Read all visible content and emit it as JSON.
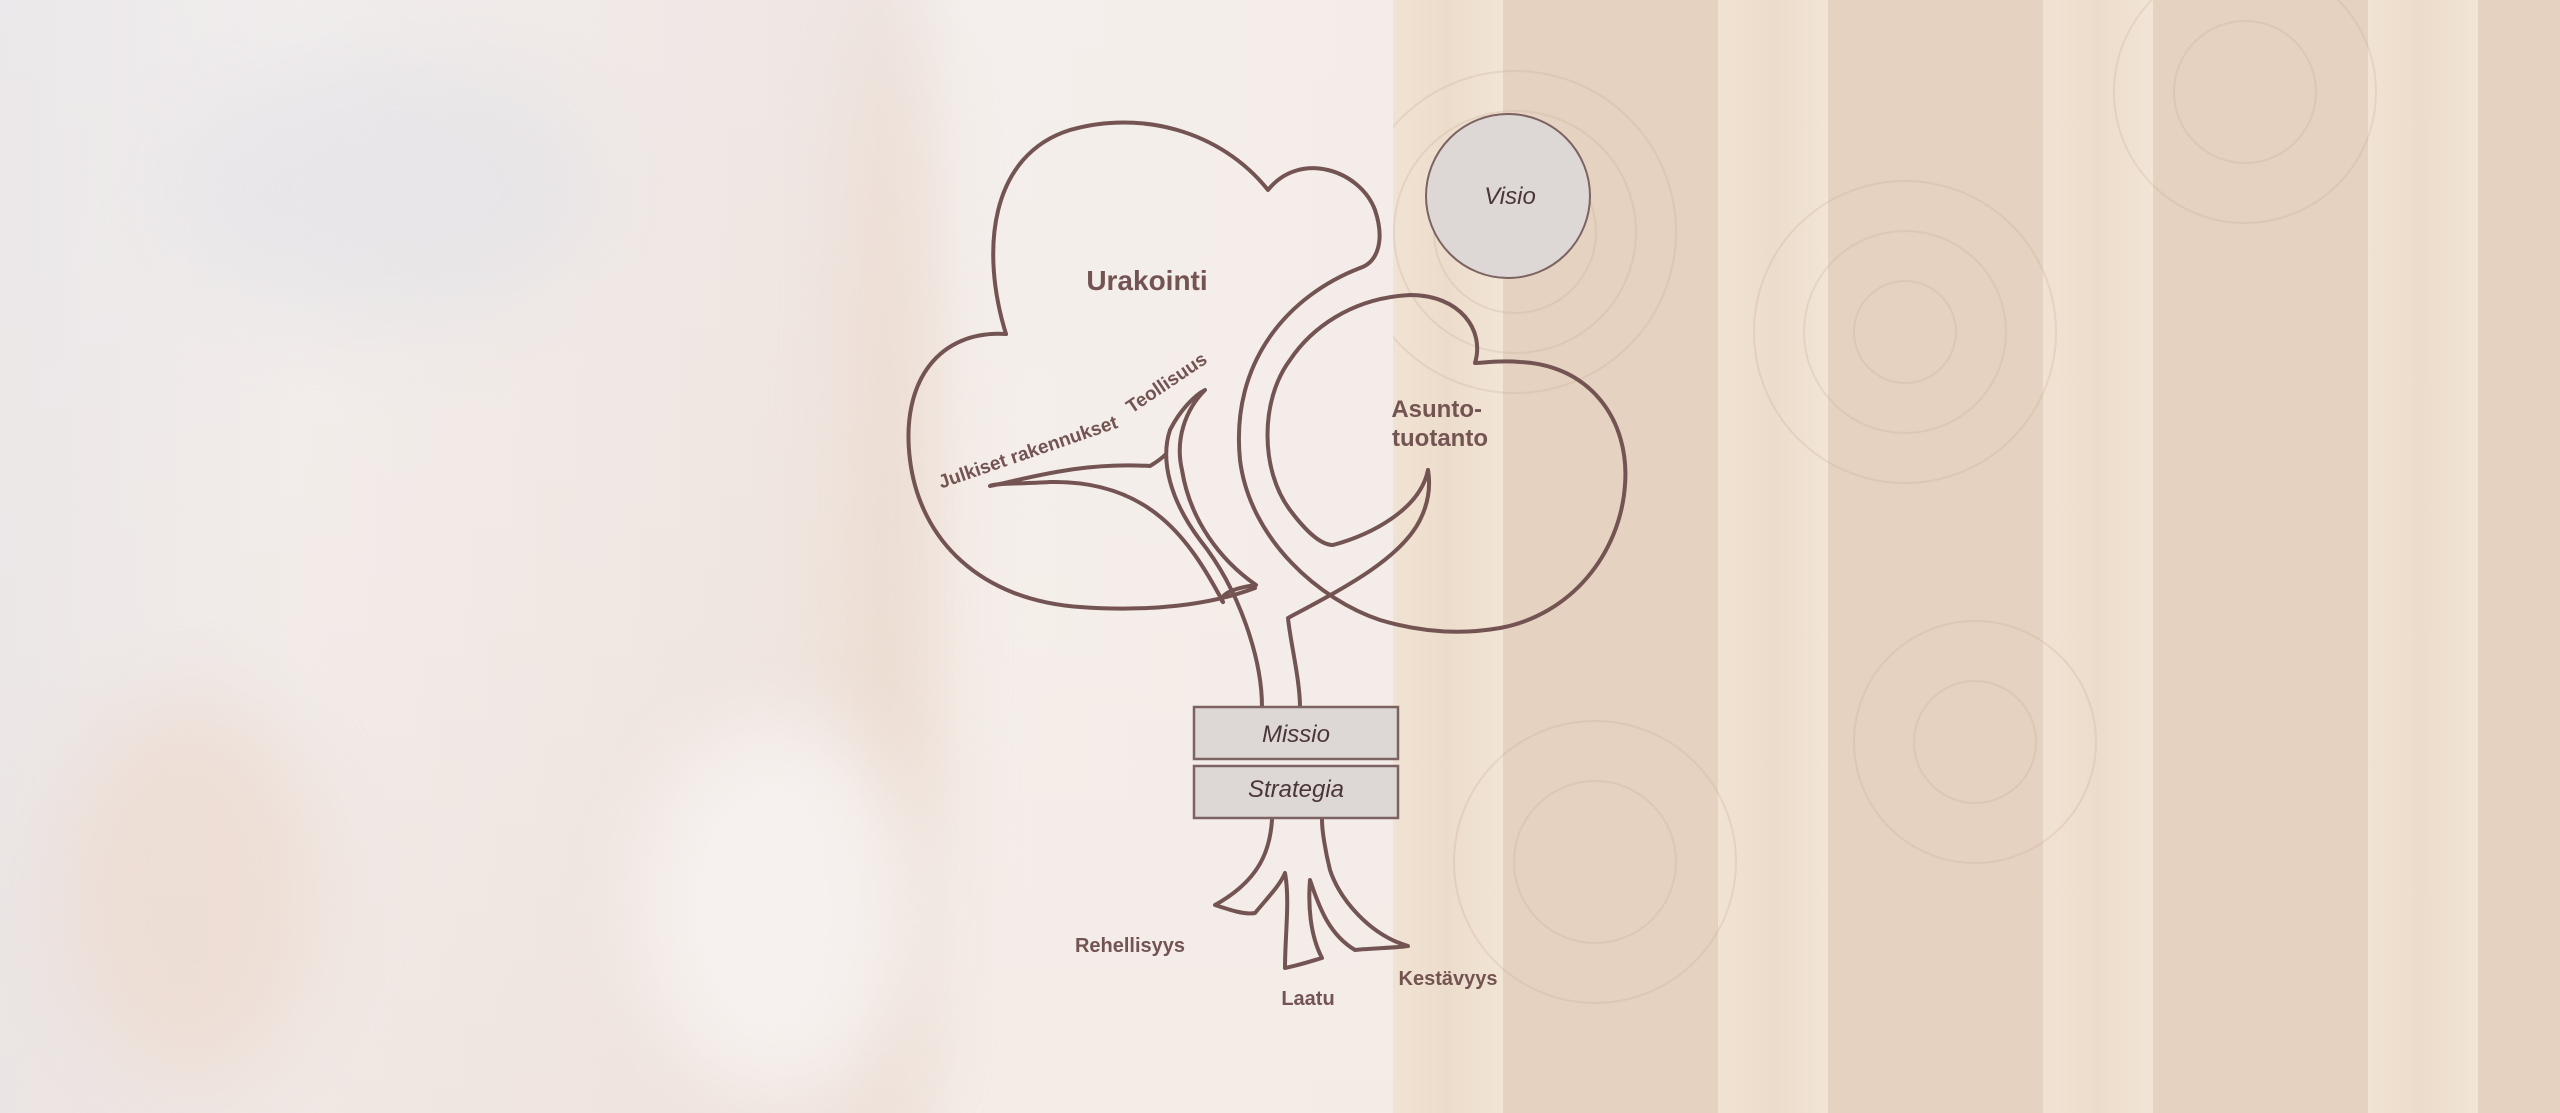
{
  "diagram": {
    "crowns": {
      "main": "Urakointi",
      "right": "Asunto-tuotanto",
      "right_line1": "Asunto-",
      "right_line2": "tuotanto"
    },
    "branches": {
      "left": "Julkiset rakennukset",
      "upper": "Teollisuus"
    },
    "sun": "Visio",
    "trunk_boxes": {
      "upper": "Missio",
      "lower": "Strategia"
    },
    "roots": {
      "left": "Rehellisyys",
      "center": "Laatu",
      "right": "Kestävyys"
    }
  },
  "colors": {
    "line": "#735452",
    "box_fill": "#ddd7d5",
    "wood": "#e6d2c1"
  }
}
